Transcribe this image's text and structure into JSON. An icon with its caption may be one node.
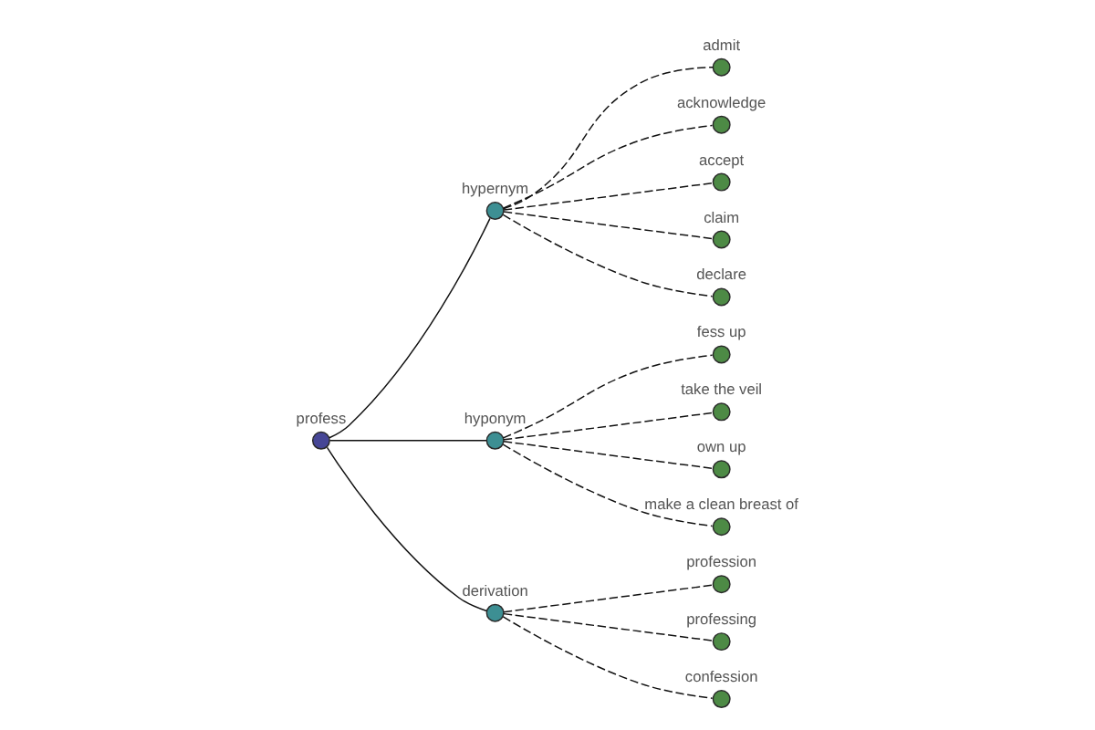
{
  "diagram": {
    "nodes": [
      {
        "text": [],
        "shape": "circle",
        "beside": [
          "profess"
        ]
      },
      {
        "text": [],
        "shape": "circle",
        "beside": [
          "hypernym"
        ]
      },
      {
        "text": [],
        "shape": "circle",
        "beside": [
          "admit"
        ]
      },
      {
        "text": [],
        "shape": "circle",
        "beside": [
          "acknowledge"
        ]
      },
      {
        "text": [],
        "shape": "circle",
        "beside": [
          "accept"
        ]
      },
      {
        "text": [],
        "shape": "circle",
        "beside": [
          "claim"
        ]
      },
      {
        "text": [],
        "shape": "circle",
        "beside": [
          "declare"
        ]
      },
      {
        "text": [],
        "shape": "circle",
        "beside": [
          "hyponym"
        ]
      },
      {
        "text": [],
        "shape": "circle",
        "beside": [
          "fess up"
        ]
      },
      {
        "text": [],
        "shape": "circle",
        "beside": [
          "take the veil"
        ]
      },
      {
        "text": [],
        "shape": "circle",
        "beside": [
          "own up"
        ]
      },
      {
        "text": [],
        "shape": "circle",
        "beside": [
          "make a clean breast of"
        ]
      },
      {
        "text": [],
        "shape": "circle",
        "beside": [
          "derivation"
        ]
      },
      {
        "text": [],
        "shape": "circle",
        "beside": [
          "profession"
        ]
      },
      {
        "text": [],
        "shape": "circle",
        "beside": [
          "professing"
        ]
      },
      {
        "text": [],
        "shape": "circle",
        "beside": [
          "confession"
        ]
      }
    ],
    "edges": [
      {
        "from": 0,
        "to": 1,
        "arrow": "none"
      },
      {
        "from": 1,
        "to": 2,
        "arrow": "none",
        "style": "dashed"
      },
      {
        "from": 1,
        "to": 3,
        "arrow": "none",
        "style": "dashed"
      },
      {
        "from": 1,
        "to": 4,
        "arrow": "none",
        "style": "dashed"
      },
      {
        "from": 1,
        "to": 5,
        "arrow": "none",
        "style": "dashed"
      },
      {
        "from": 1,
        "to": 6,
        "arrow": "none",
        "style": "dashed"
      },
      {
        "from": 0,
        "to": 7,
        "arrow": "none"
      },
      {
        "from": 7,
        "to": 8,
        "arrow": "none",
        "style": "dashed"
      },
      {
        "from": 7,
        "to": 9,
        "arrow": "none",
        "style": "dashed"
      },
      {
        "from": 7,
        "to": 10,
        "arrow": "none",
        "style": "dashed"
      },
      {
        "from": 7,
        "to": 11,
        "arrow": "none",
        "style": "dashed"
      },
      {
        "from": 0,
        "to": 12,
        "arrow": "none"
      },
      {
        "from": 12,
        "to": 13,
        "arrow": "none",
        "style": "dashed"
      },
      {
        "from": 12,
        "to": 14,
        "arrow": "none",
        "style": "dashed"
      },
      {
        "from": 12,
        "to": 15,
        "arrow": "none",
        "style": "dashed"
      }
    ]
  }
}
